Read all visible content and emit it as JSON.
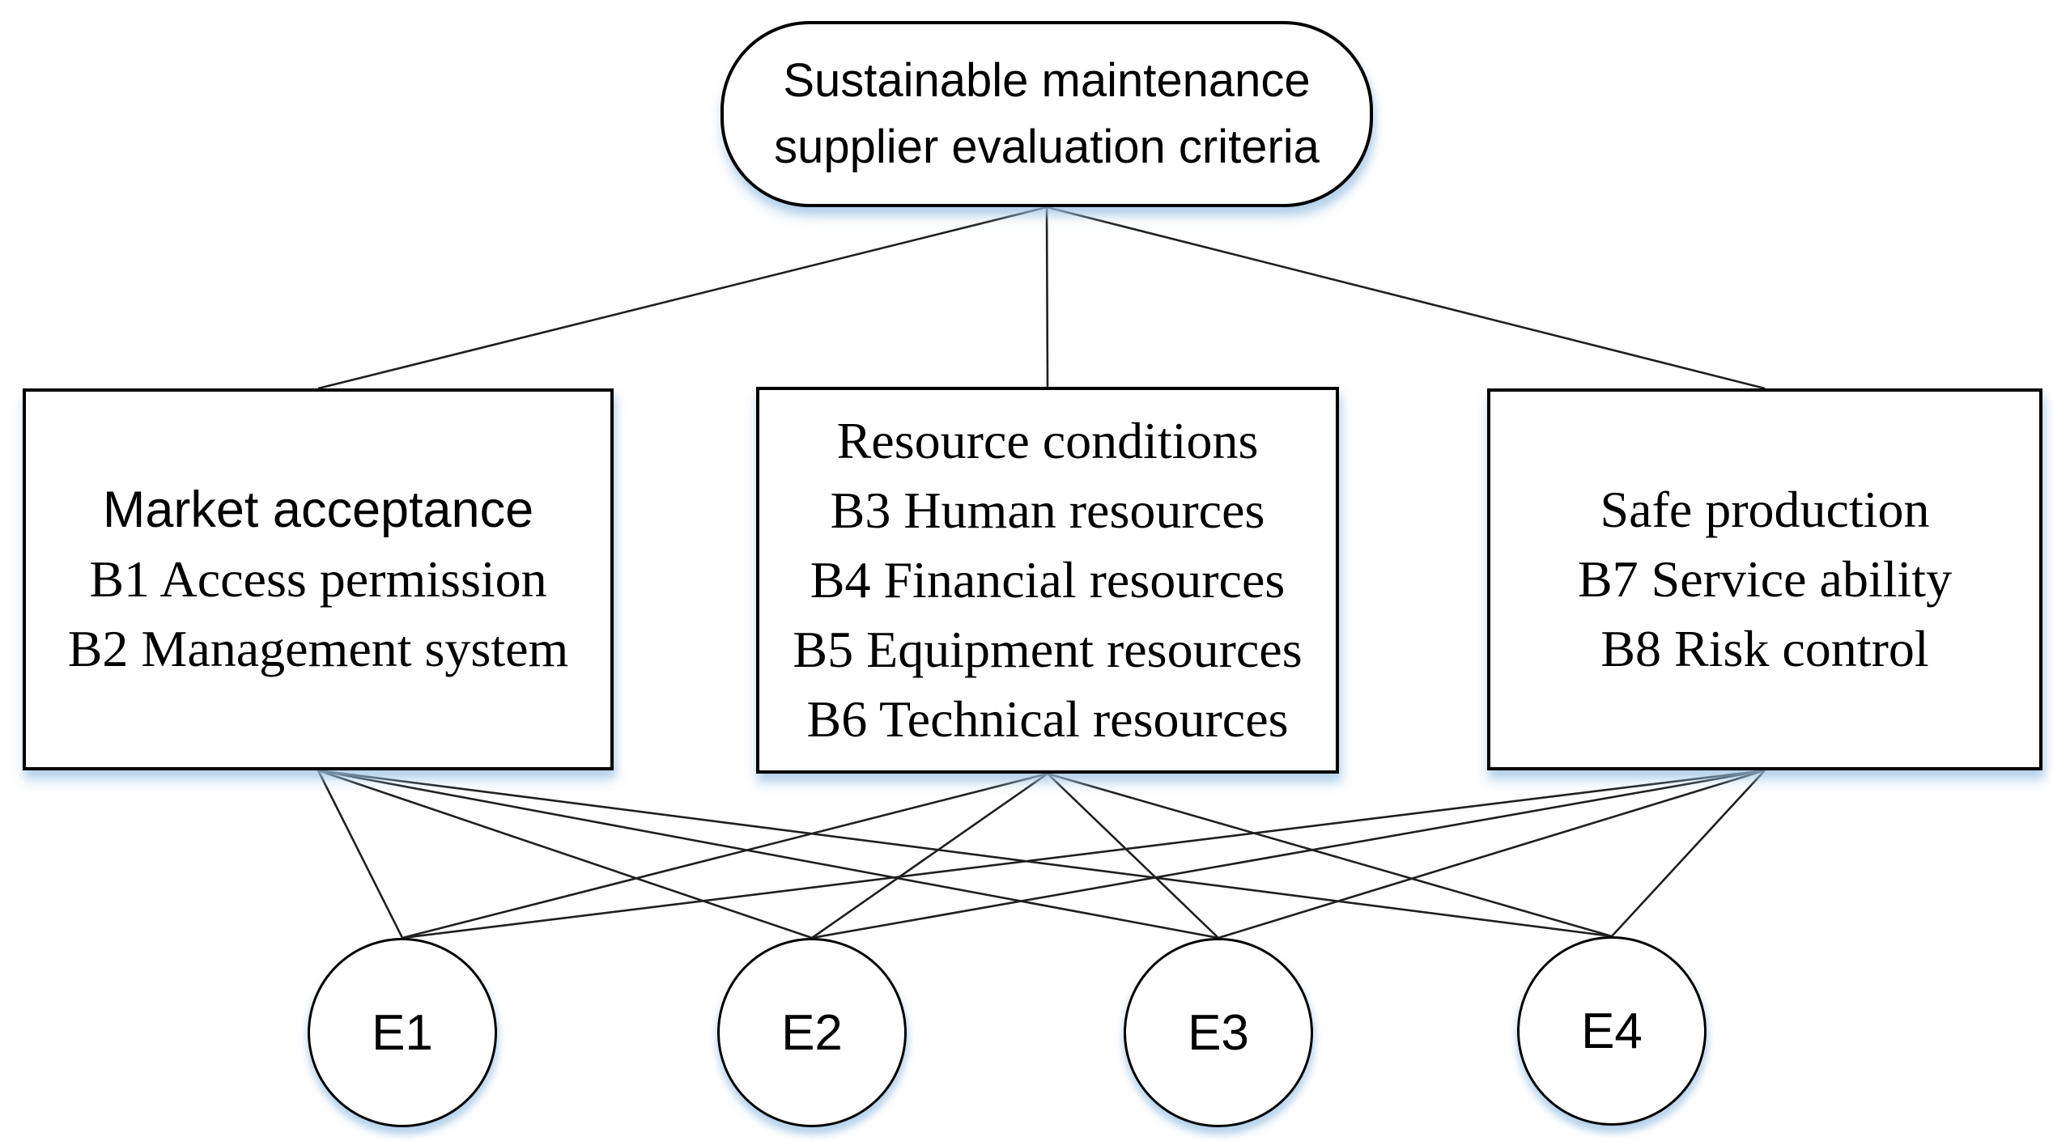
{
  "diagram": {
    "root": {
      "lines": [
        "Sustainable maintenance",
        "supplier evaluation criteria"
      ]
    },
    "criteria": [
      {
        "id": "market",
        "title": "Market acceptance",
        "items": [
          "B1 Access permission",
          "B2 Management system"
        ]
      },
      {
        "id": "resource",
        "title": "Resource conditions",
        "items": [
          "B3 Human resources",
          "B4 Financial resources",
          "B5 Equipment resources",
          "B6 Technical resources"
        ]
      },
      {
        "id": "safe",
        "title": "Safe production",
        "items": [
          "B7 Service ability",
          "B8 Risk control"
        ]
      }
    ],
    "experts": [
      {
        "id": "E1",
        "label": "E1"
      },
      {
        "id": "E2",
        "label": "E2"
      },
      {
        "id": "E3",
        "label": "E3"
      },
      {
        "id": "E4",
        "label": "E4"
      }
    ],
    "edges": [
      {
        "from": "root",
        "to": "market"
      },
      {
        "from": "root",
        "to": "resource"
      },
      {
        "from": "root",
        "to": "safe"
      },
      {
        "from": "market",
        "to": "E1"
      },
      {
        "from": "market",
        "to": "E2"
      },
      {
        "from": "market",
        "to": "E3"
      },
      {
        "from": "market",
        "to": "E4"
      },
      {
        "from": "resource",
        "to": "E1"
      },
      {
        "from": "resource",
        "to": "E2"
      },
      {
        "from": "resource",
        "to": "E3"
      },
      {
        "from": "resource",
        "to": "E4"
      },
      {
        "from": "safe",
        "to": "E1"
      },
      {
        "from": "safe",
        "to": "E2"
      },
      {
        "from": "safe",
        "to": "E3"
      },
      {
        "from": "safe",
        "to": "E4"
      }
    ]
  },
  "colors": {
    "background": "#ffffff",
    "node_fill": "#ffffff",
    "node_border": "#000000",
    "connector": "#1f1f1f",
    "text": "#000000",
    "shadow": "#9bc1e4"
  }
}
